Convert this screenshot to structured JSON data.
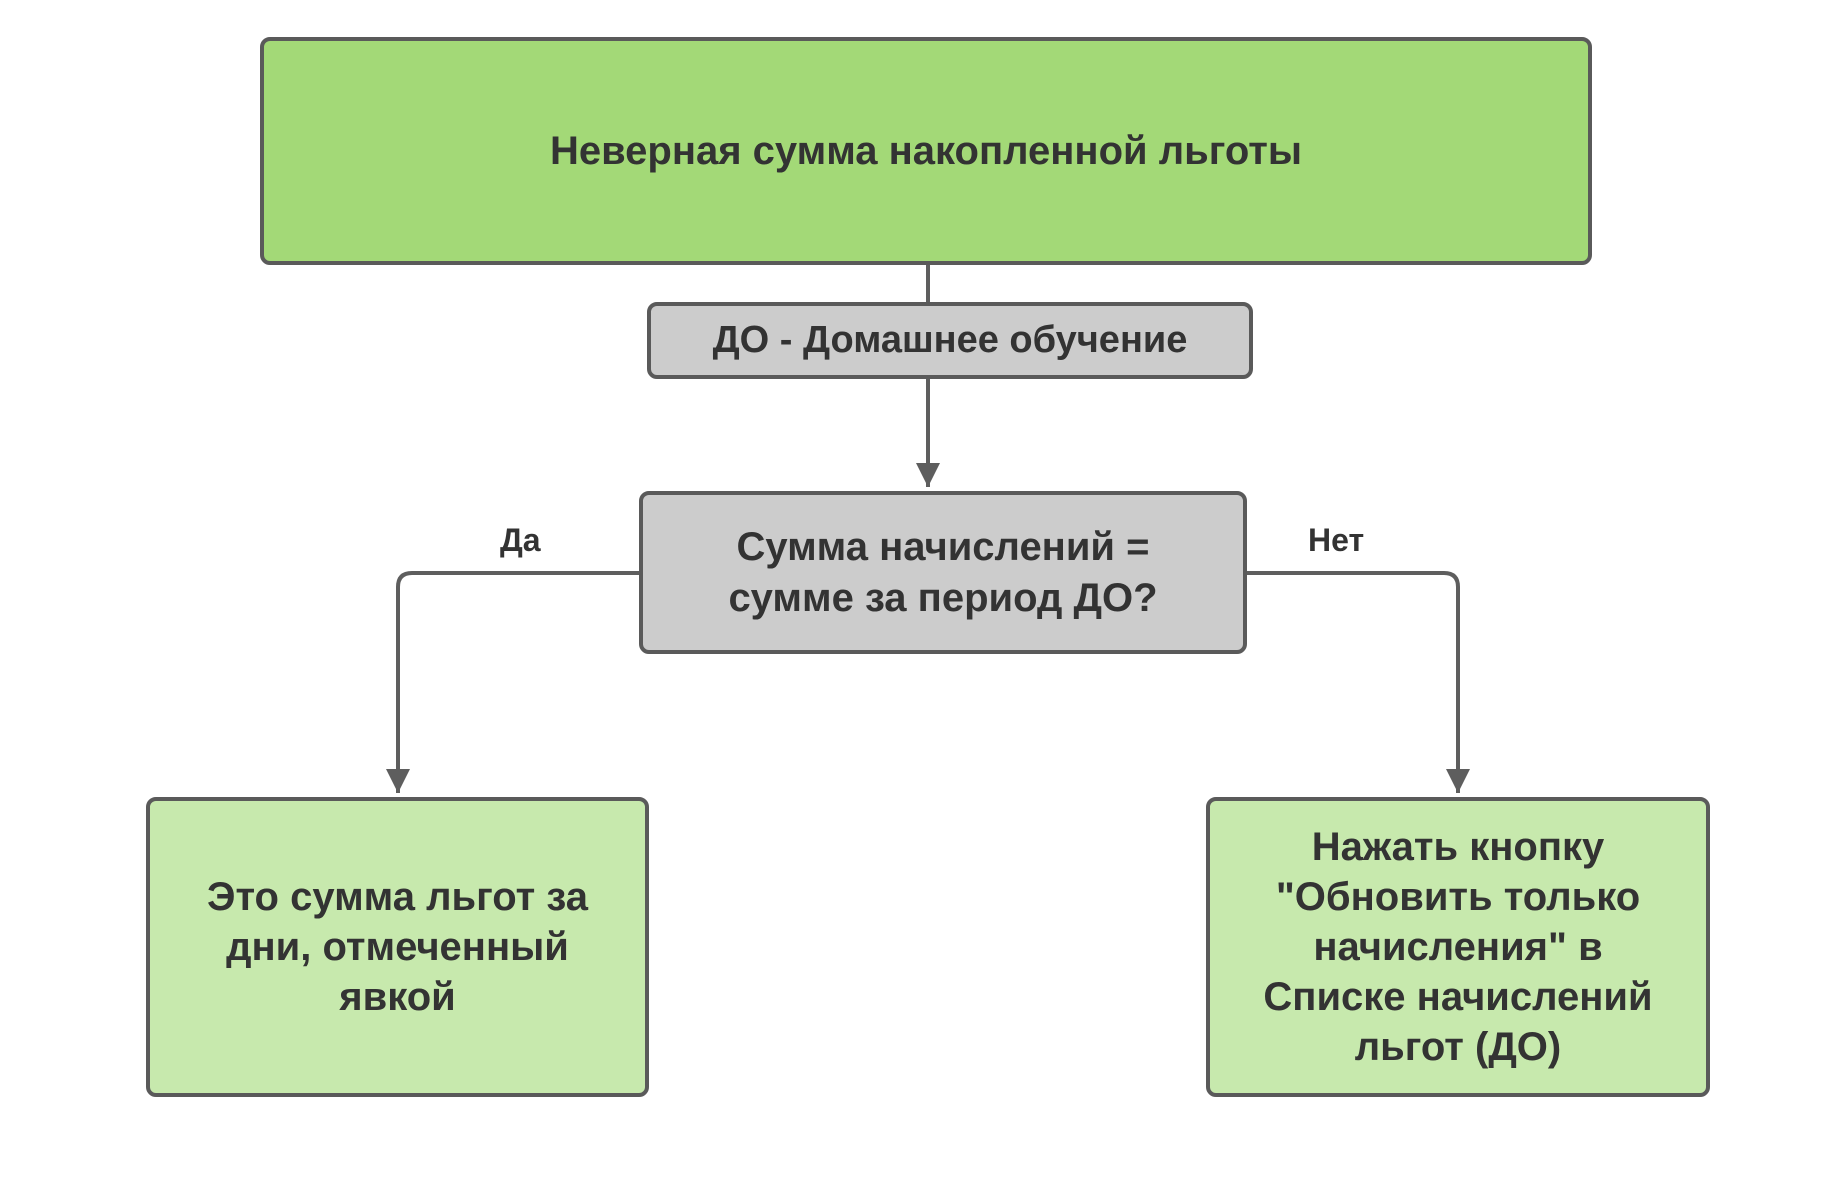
{
  "colors": {
    "root_fill": "#a3d977",
    "result_fill": "#c7e9ad",
    "neutral_fill": "#cccccc",
    "border": "#5a5a5a",
    "connector": "#5e5e5e",
    "text": "#333333"
  },
  "nodes": {
    "root": "Неверная сумма накопленной льготы",
    "subtitle": "ДО - Домашнее обучение",
    "decision": "Сумма начислений =\nсумме за период ДО?",
    "yes_result": "Это сумма льгот за\nдни, отмеченный\nявкой",
    "no_result": "Нажать кнопку\n\"Обновить только\nначисления\" в\nСписке начислений\nльгот (ДО)"
  },
  "branches": {
    "yes": "Да",
    "no": "Нет"
  }
}
